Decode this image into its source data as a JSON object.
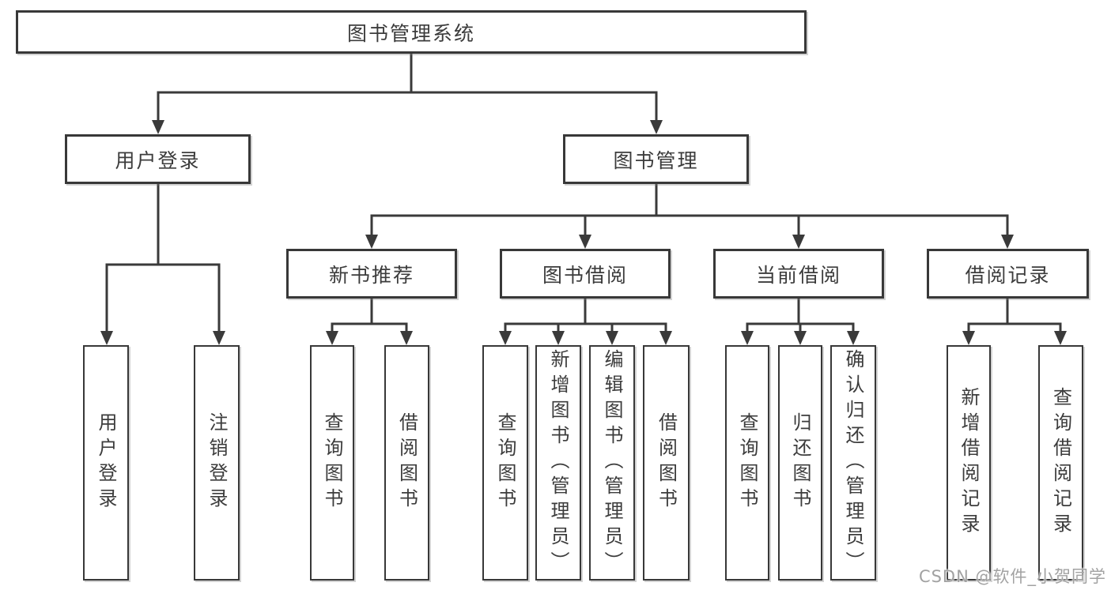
{
  "diagram": {
    "root": {
      "label": "图书管理系统"
    },
    "branches": [
      {
        "label": "用户登录",
        "children": [
          {
            "label": "用户登录"
          },
          {
            "label": "注销登录"
          }
        ]
      },
      {
        "label": "图书管理",
        "children": [
          {
            "label": "新书推荐",
            "children": [
              {
                "label": "查询图书"
              },
              {
                "label": "借阅图书"
              }
            ]
          },
          {
            "label": "图书借阅",
            "children": [
              {
                "label": "查询图书"
              },
              {
                "label": "新增图书（管理员）"
              },
              {
                "label": "编辑图书（管理员）"
              },
              {
                "label": "借阅图书"
              }
            ]
          },
          {
            "label": "当前借阅",
            "children": [
              {
                "label": "查询图书"
              },
              {
                "label": "归还图书"
              },
              {
                "label": "确认归还（管理员）"
              }
            ]
          },
          {
            "label": "借阅记录",
            "children": [
              {
                "label": "新增借阅记录"
              },
              {
                "label": "查询借阅记录"
              }
            ]
          }
        ]
      }
    ]
  },
  "watermark": {
    "text": "CSDN @软件_小贺同学"
  },
  "colors": {
    "line": "#3a3a3a",
    "box_border": "#383838",
    "text": "#3c3c3c",
    "watermark_text": "#a2a2a2",
    "background": "#ffffff"
  }
}
